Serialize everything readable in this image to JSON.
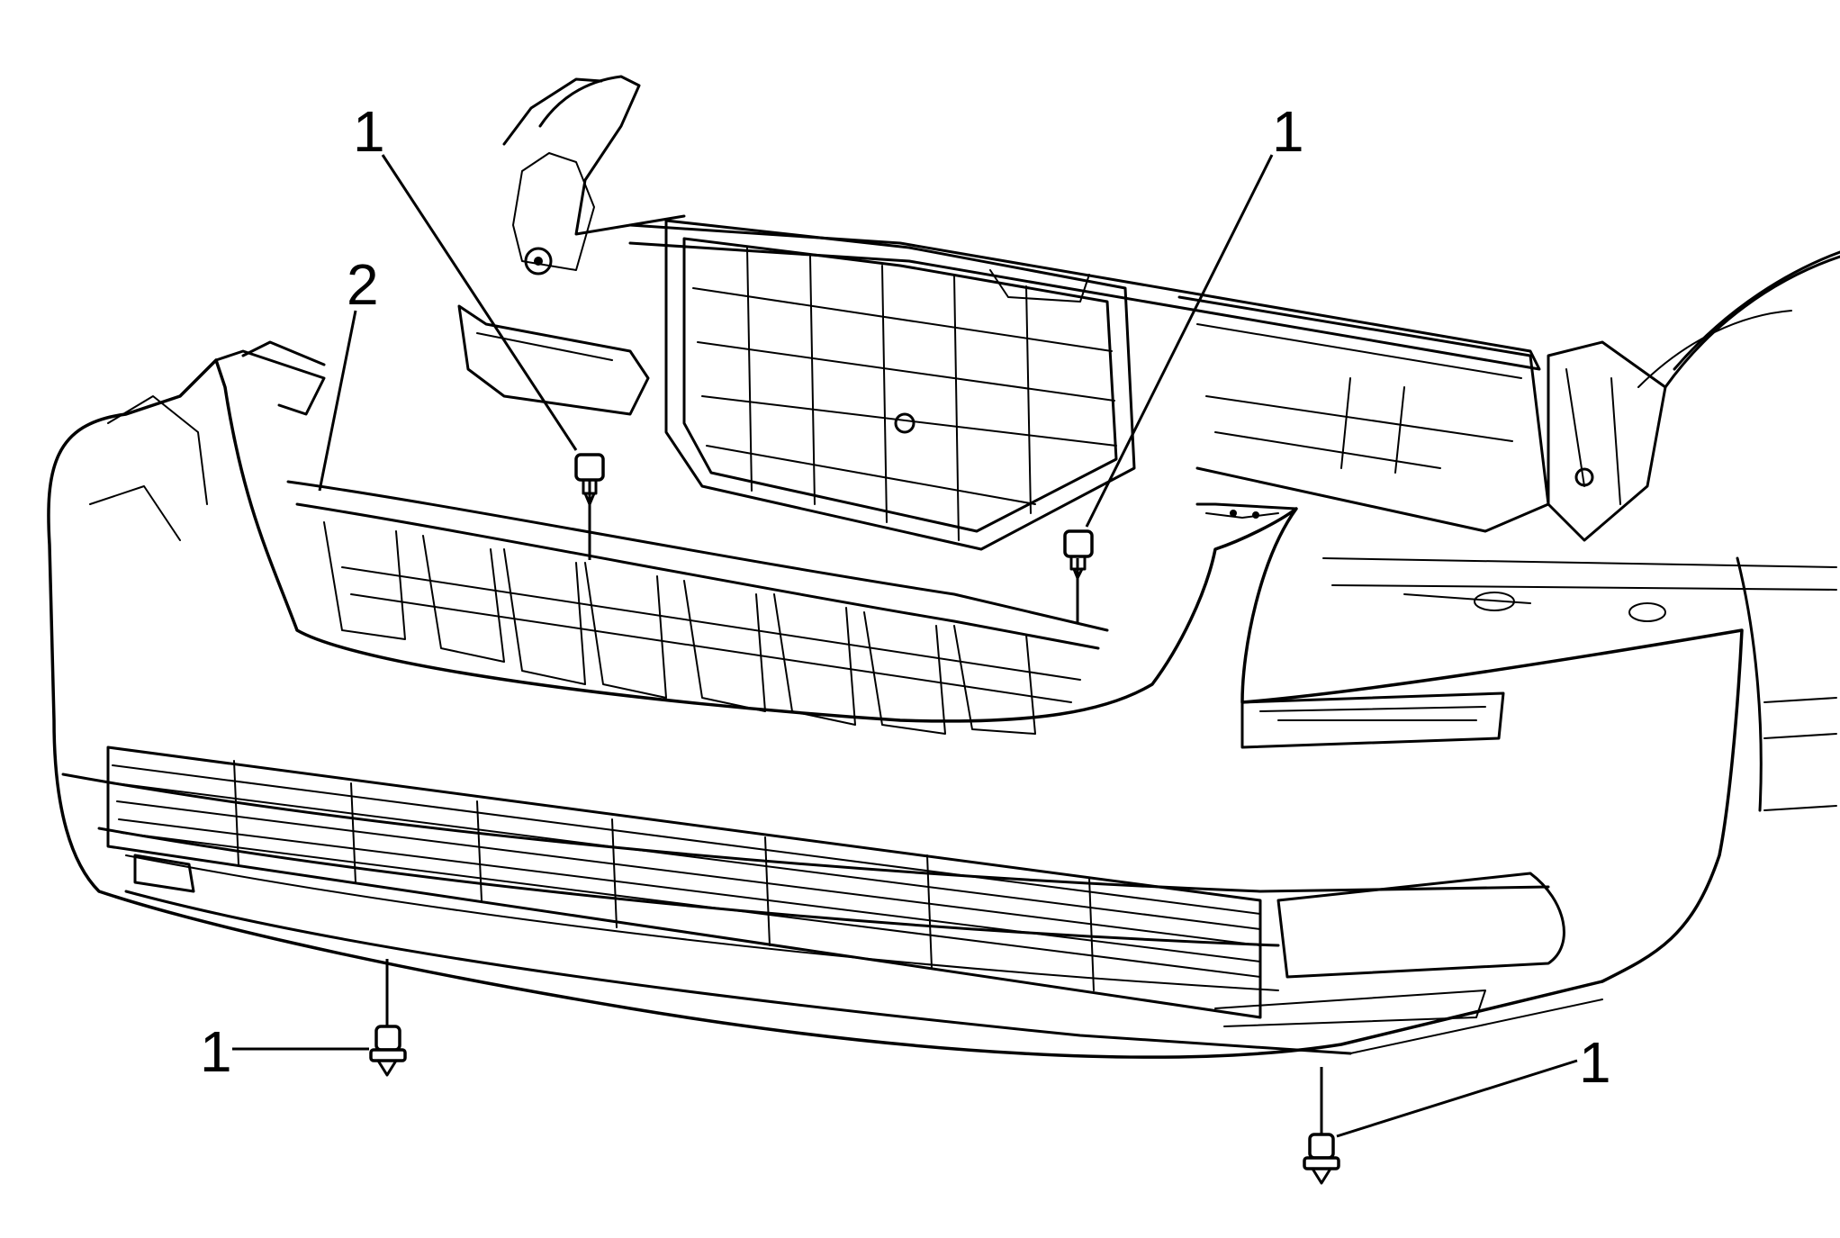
{
  "callouts": {
    "fastener_top_left": "1",
    "fastener_top_right": "1",
    "fascia": "2",
    "fastener_bottom_left": "1",
    "fastener_bottom_right": "1"
  }
}
